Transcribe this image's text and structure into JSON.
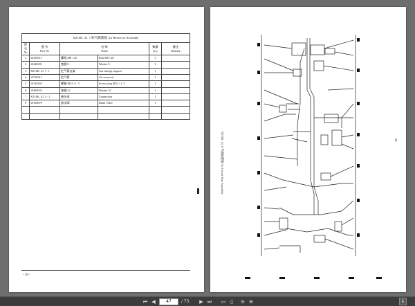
{
  "left_page": {
    "table_title": "XZ16K. 41. 7   贮气筒安装   Air Reservoir Assembly",
    "headers": {
      "no_cn": "序号",
      "no_en": "No",
      "part_cn": "图    号",
      "part_en": "Part No",
      "name_cn": "名        称",
      "name_en": "Name",
      "qty_cn": "数量",
      "qty_en": "Q.ty",
      "remark_cn": "备注",
      "remark_en": "Remark"
    },
    "rows": [
      {
        "no": "1",
        "part": "10410011",
        "cn": "螺栓 M8 ×20",
        "en": "Bolt M8 ×20",
        "qty": "3"
      },
      {
        "no": "2",
        "part": "10440001",
        "cn": "垫圈 8",
        "en": "Washer 8",
        "qty": "3"
      },
      {
        "no": "3",
        "part": "XZ16K. 41. 7. 1",
        "cn": "贮气筒支架",
        "en": "Gas storage support",
        "qty": "1"
      },
      {
        "no": "4",
        "part": "10710011",
        "cn": "贮气筒",
        "en": "Air reservoir",
        "qty": "1"
      },
      {
        "no": "5",
        "part": "10120263",
        "cn": "螺塞 M22 ×1. 5",
        "en": "Screw plug M22 ×1. 5",
        "qty": "1"
      },
      {
        "no": "6",
        "part": "10440024",
        "cn": "垫圈 22",
        "en": "Washer 22",
        "qty": "1"
      },
      {
        "no": "7",
        "part": "XZ16K. 41. 4 - 1",
        "cn": "接头体",
        "en": "Connection",
        "qty": "1"
      },
      {
        "no": "8",
        "part": "10100079",
        "cn": "放水阀",
        "en": "Drain Valve",
        "qty": "1"
      }
    ],
    "page_number": "- 38 -"
  },
  "right_page": {
    "side_label": "XZ16K. 41. 6     气路装置图   Air Circuit Pipe Assembly",
    "page_number": "39"
  },
  "toolbar": {
    "current_page": "47",
    "total_pages": "/ 75",
    "icons": {
      "first": "first-page-icon",
      "prev": "prev-page-icon",
      "next": "next-page-icon",
      "last": "last-page-icon",
      "fit_width": "fit-width-icon",
      "fit_page": "fit-page-icon",
      "zoom_out": "zoom-out-icon",
      "zoom_in": "zoom-in-icon",
      "download": "download-icon"
    }
  }
}
